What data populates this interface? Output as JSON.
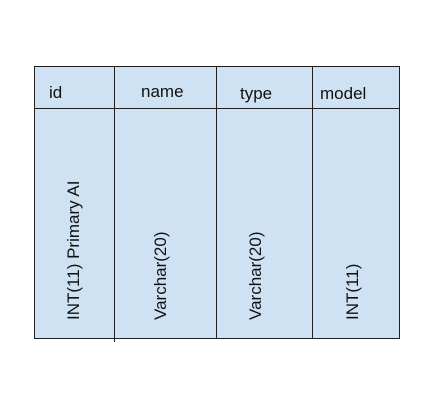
{
  "table": {
    "columns": [
      {
        "name": "id",
        "type": "INT(11)  Primary AI"
      },
      {
        "name": "name",
        "type": "Varchar(20)"
      },
      {
        "name": "type",
        "type": "Varchar(20)"
      },
      {
        "name": "model",
        "type": "INT(11)"
      }
    ]
  },
  "colors": {
    "cell_fill": "#cfe2f3",
    "border": "#1f1f1f",
    "background": "#ffffff"
  }
}
